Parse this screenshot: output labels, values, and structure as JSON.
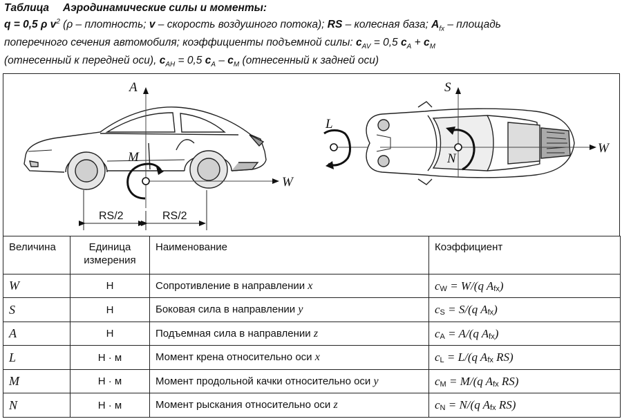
{
  "header": {
    "title_word": "Таблица",
    "title_text": "Аэродинамические силы и моменты:",
    "line1": {
      "q_expr": "q = 0,5 ρ v",
      "exp": "2",
      "p1": " (ρ – плотность; ",
      "v": "v",
      "p2": " – скорость воздушного потока); ",
      "rs": "RS",
      "p3": " – колесная база; ",
      "afx": "A",
      "afx_sub": "fx",
      "p4": " – площадь"
    },
    "line2": {
      "text": "поперечного сечения автомобиля; коэффициенты подъемной силы: ",
      "c": "c",
      "c_sub": "AV",
      "eq": " = 0,5 ",
      "ca": "c",
      "ca_sub": "A",
      "plus": " + ",
      "cm": "c",
      "cm_sub": "M"
    },
    "line3": {
      "p1": "(отнесенный к передней оси), ",
      "c": "c",
      "c_sub": "AH",
      "eq": " = 0,5 ",
      "ca": "c",
      "ca_sub": "A",
      "minus": " – ",
      "cm": "c",
      "cm_sub": "M",
      "p2": "  (отнесенный к задней оси)"
    }
  },
  "figure": {
    "side_labels": {
      "A": "A",
      "M": "M",
      "W": "W",
      "rs_left": "RS/2",
      "rs_right": "RS/2"
    },
    "top_labels": {
      "S": "S",
      "L": "L",
      "N": "N",
      "W": "W"
    }
  },
  "table": {
    "headers": {
      "quantity": "Величина",
      "unit_l1": "Единица",
      "unit_l2": "измерения",
      "name": "Наименование",
      "coefficient": "Коэффициент"
    },
    "rows": [
      {
        "sym": "W",
        "unit": "Н",
        "name": "Сопротивление в направлении ",
        "axis": "x",
        "c": "c",
        "c_sub": "W",
        "formula": " = W/(q  A",
        "f_sub": "fx",
        "f_end": ")"
      },
      {
        "sym": "S",
        "unit": "Н",
        "name": "Боковая сила в направлении ",
        "axis": "y",
        "c": "c",
        "c_sub": "S",
        "formula": " = S/(q  A",
        "f_sub": "fx",
        "f_end": ")"
      },
      {
        "sym": "A",
        "unit": "Н",
        "name": "Подъемная сила в направлении ",
        "axis": "z",
        "c": "c",
        "c_sub": "A",
        "formula": " = A/(q A",
        "f_sub": "fx",
        "f_end": ")"
      },
      {
        "sym": "L",
        "unit": "Н · м",
        "name": "Момент крена относительно оси ",
        "axis": "x",
        "c": "c",
        "c_sub": "L",
        "formula": " = L/(q A",
        "f_sub": "fx",
        "f_end": " RS)"
      },
      {
        "sym": "M",
        "unit": "Н · м",
        "name": "Момент продольной качки относительно оси ",
        "axis": "y",
        "c": "c",
        "c_sub": "M",
        "formula": " = M/(q  A",
        "f_sub": "fx",
        "f_end": "  RS)"
      },
      {
        "sym": "N",
        "unit": "Н · м",
        "name": "Момент рыскания относительно оси ",
        "axis": "z",
        "c": "c",
        "c_sub": "N",
        "formula": " = N/(q  A",
        "f_sub": "fx",
        "f_end": "  RS)"
      }
    ]
  }
}
